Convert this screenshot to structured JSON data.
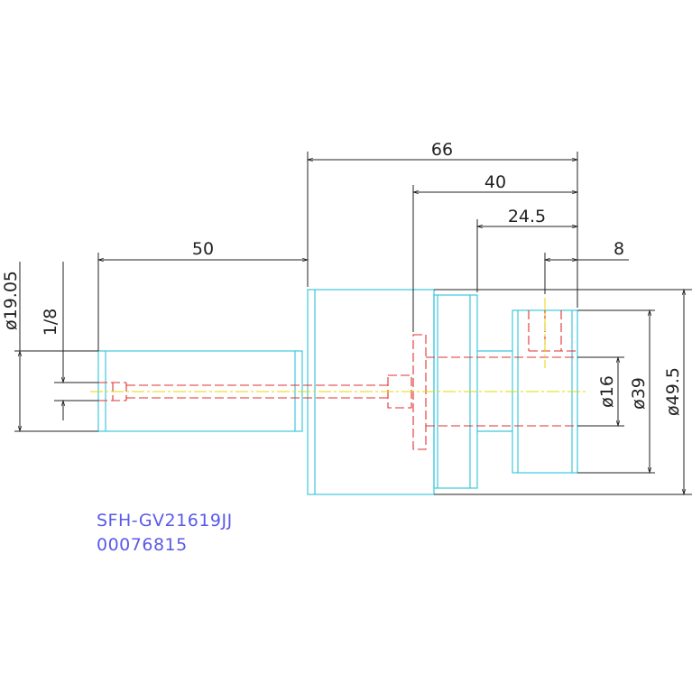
{
  "drawing": {
    "part_number": "SFH-GV21619JJ",
    "serial_number": "00076815",
    "dimensions": {
      "overall_length": "66",
      "section_length": "40",
      "bore_depth": "24.5",
      "pin_offset": "8",
      "shank_length": "50",
      "shank_diameter": "ø19.05",
      "thread": "1/8",
      "bore_diameter": "ø16",
      "wheel_diameter": "ø39",
      "body_diameter": "ø49.5"
    },
    "colors": {
      "outline": "#3ec8dc",
      "hidden_line": "#e03030",
      "center_line": "#e6d800",
      "dimension": "#222222",
      "label_text": "#5a5ae8"
    }
  }
}
